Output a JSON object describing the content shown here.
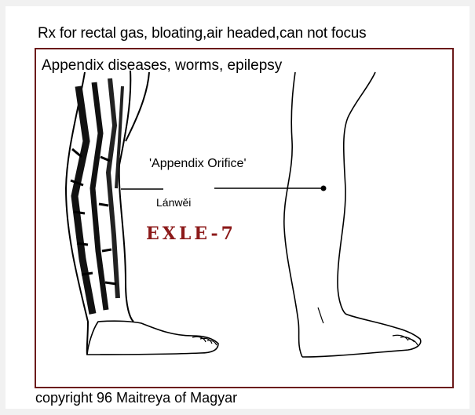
{
  "header": {
    "title": "Rx for rectal gas, bloating,air headed,can not focus"
  },
  "figure": {
    "subtitle": "Appendix diseases, worms, epilepsy",
    "point_label": "'Appendix Orifice'",
    "pinyin": "Lánwěi",
    "code": "EXLE-7",
    "code_color": "#8c1a1a",
    "frame_color": "#6b1a1a"
  },
  "footer": {
    "copyright": "copyright 96 Maitreya of Magyar"
  }
}
